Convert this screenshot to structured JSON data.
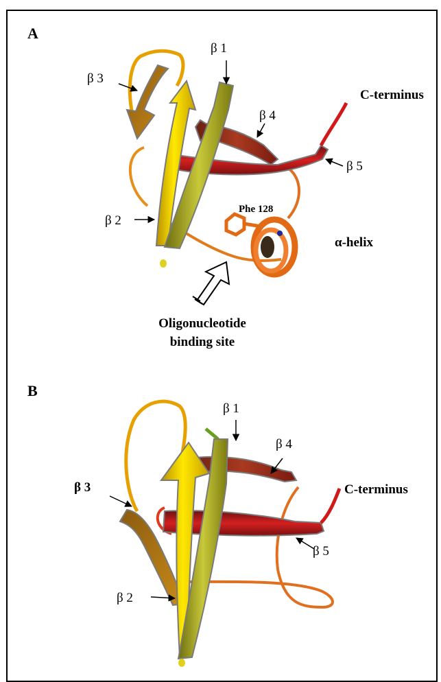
{
  "panel_a": {
    "letter": "A",
    "labels": {
      "b1": "β 1",
      "b2": "β 2",
      "b3": "β 3",
      "b4": "β 4",
      "b5": "β 5",
      "c_term": "C-terminus",
      "phe": "Phe 128",
      "helix": "α-helix"
    },
    "site_caption_line1": "Oligonucleotide",
    "site_caption_line2": "binding site"
  },
  "panel_b": {
    "letter": "B",
    "labels": {
      "b1": "β 1",
      "b2": "β 2",
      "b3": "β 3",
      "b4": "β 4",
      "b5": "β 5",
      "c_term": "C-terminus"
    }
  },
  "colors": {
    "yellow_strand": "#f2cc00",
    "olive_strand": "#a8a820",
    "red_strand": "#b01818",
    "orange_coil": "#e8741a",
    "edge_gray": "#808080"
  }
}
